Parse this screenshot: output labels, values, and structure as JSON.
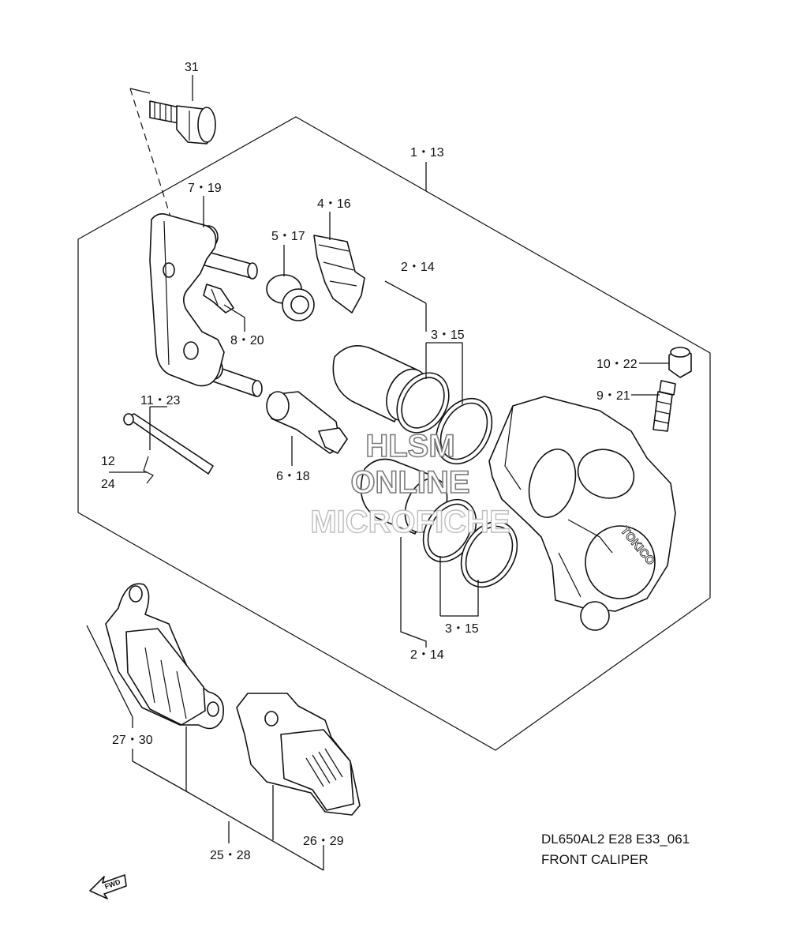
{
  "diagram": {
    "labels": {
      "p31": "31",
      "p1_13": "1・13",
      "p7_19": "7・19",
      "p4_16": "4・16",
      "p5_17": "5・17",
      "p2_14_top": "2・14",
      "p8_20": "8・20",
      "p3_15_top": "3・15",
      "p10_22": "10・22",
      "p9_21": "9・21",
      "p11_23": "11・23",
      "p12": "12",
      "p24": "24",
      "p6_18": "6・18",
      "p3_15_bot": "3・15",
      "p2_14_bot": "2・14",
      "p27_30": "27・30",
      "p26_29": "26・29",
      "p25_28": "25・28"
    },
    "caption_line1": "DL650AL2 E28 E33_061",
    "caption_line2": "FRONT CALIPER",
    "caliper_brand": "TOKICO",
    "fwd_marker": "FWD",
    "watermark": {
      "line1": "HLSM",
      "line2": "ONLINE",
      "line3": "MICROFICHE"
    }
  }
}
